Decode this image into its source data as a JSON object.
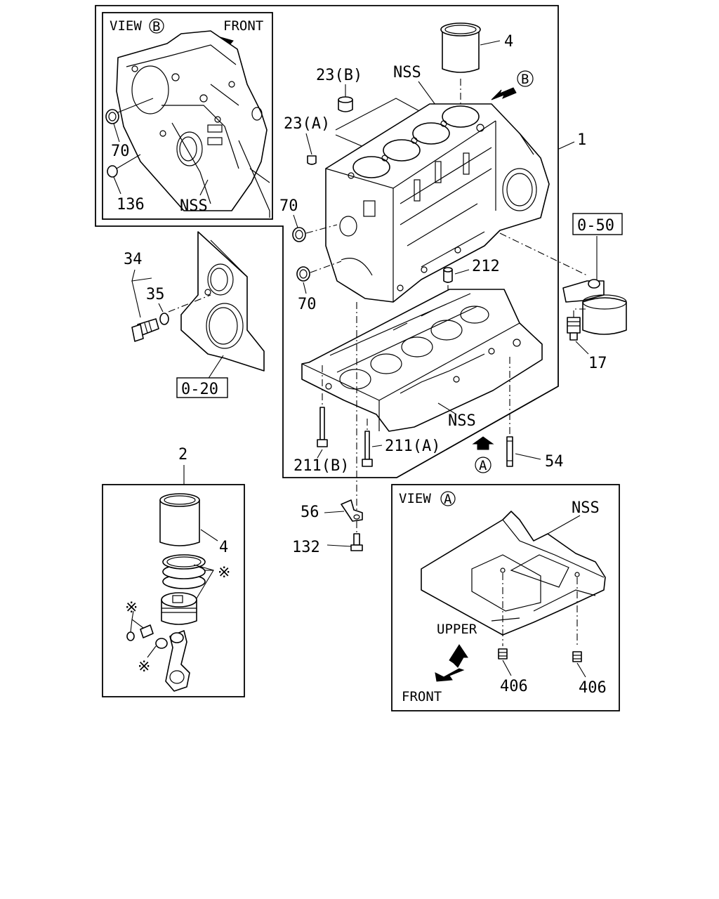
{
  "labels": {
    "view_b_title": "VIEW",
    "view_b_letter": "B",
    "view_b_front": "FRONT",
    "view_b_70": "70",
    "view_b_136": "136",
    "view_b_nss": "NSS",
    "part_4_top": "4",
    "nss_top": "NSS",
    "callout_b": "B",
    "part_23b": "23(B)",
    "part_23a": "23(A)",
    "part_1": "1",
    "part_70_a": "70",
    "part_70_b": "70",
    "part_212": "212",
    "ref_0_50": "0-50",
    "part_17": "17",
    "part_34": "34",
    "part_35": "35",
    "ref_0_20": "0-20",
    "nss_lower": "NSS",
    "part_211a": "211(A)",
    "part_211b": "211(B)",
    "callout_a": "A",
    "part_54": "54",
    "part_2": "2",
    "part_4_piston": "4",
    "asterisk_1": "※",
    "asterisk_2": "※",
    "asterisk_3": "※",
    "part_56": "56",
    "part_132": "132",
    "view_a_title": "VIEW",
    "view_a_letter": "A",
    "view_a_nss": "NSS",
    "view_a_upper": "UPPER",
    "view_a_406_a": "406",
    "view_a_406_b": "406",
    "view_a_front": "FRONT"
  }
}
